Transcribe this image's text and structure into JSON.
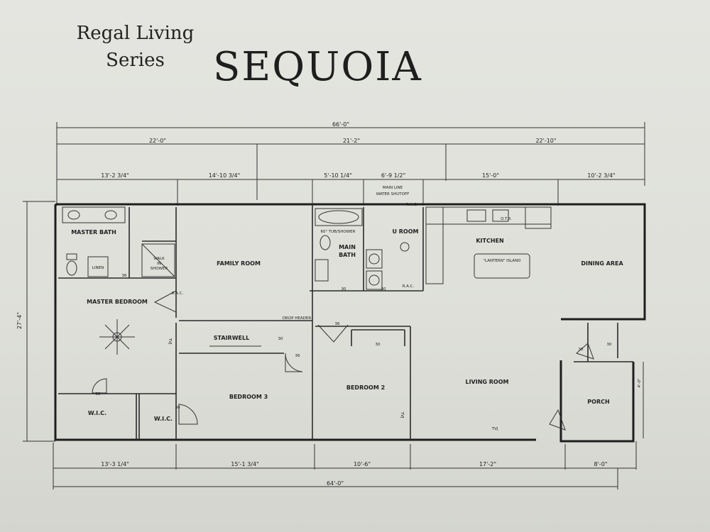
{
  "header": {
    "series_line1": "Regal Living",
    "series_line2": "Series",
    "model_name": "SEQUOIA"
  },
  "dimensions": {
    "overall_top": "66'-0\"",
    "overall_bottom": "64'-0\"",
    "depth": "27'-4\"",
    "top_segments": [
      "22'-0\"",
      "21'-2\"",
      "22'-10\""
    ],
    "top_sub_segments": [
      "13'-2 3/4\"",
      "14'-10 3/4\"",
      "5'-10 1/4\"",
      "6'-9 1/2\"",
      "15'-0\"",
      "10'-2 3/4\""
    ],
    "bottom_segments": [
      "13'-3 1/4\"",
      "15'-1 3/4\"",
      "10'-6\"",
      "17'-2\"",
      "8'-0\""
    ],
    "porch_depth": "4'-0\""
  },
  "rooms": {
    "master_bath": "MASTER BATH",
    "walk_in_shower": [
      "WALK",
      "IN",
      "SHOWER"
    ],
    "linen": "LINEN",
    "master_bedroom": "MASTER BEDROOM",
    "wic_1": "W.I.C.",
    "wic_2": "W.I.C.",
    "family_room": "FAMILY ROOM",
    "stairwell": "STAIRWELL",
    "bedroom_3": "BEDROOM 3",
    "main_bath": "MAIN BATH",
    "utility_room": "U ROOM",
    "bedroom_2": "BEDROOM 2",
    "kitchen": "KITCHEN",
    "dining_area": "DINING AREA",
    "living_room": "LIVING ROOM",
    "porch": "PORCH"
  },
  "notes": {
    "main_line_1": "MAIN LINE",
    "main_line_2": "WATER SHUTOFF",
    "drop_header": "DROP HEADER",
    "rac_1": "R.A.C.",
    "rac_2": "R.A.C.",
    "rac_3": "R.A.C.",
    "tub_shower": "60\" TUB/SHOWER",
    "island": "\"LANTERN\" ISLAND",
    "otr": "O.T.R.",
    "tvj_labels": [
      "TVJ",
      "TVJ",
      "TVJ"
    ],
    "door_tag": "30",
    "door_tag_36": "36"
  }
}
